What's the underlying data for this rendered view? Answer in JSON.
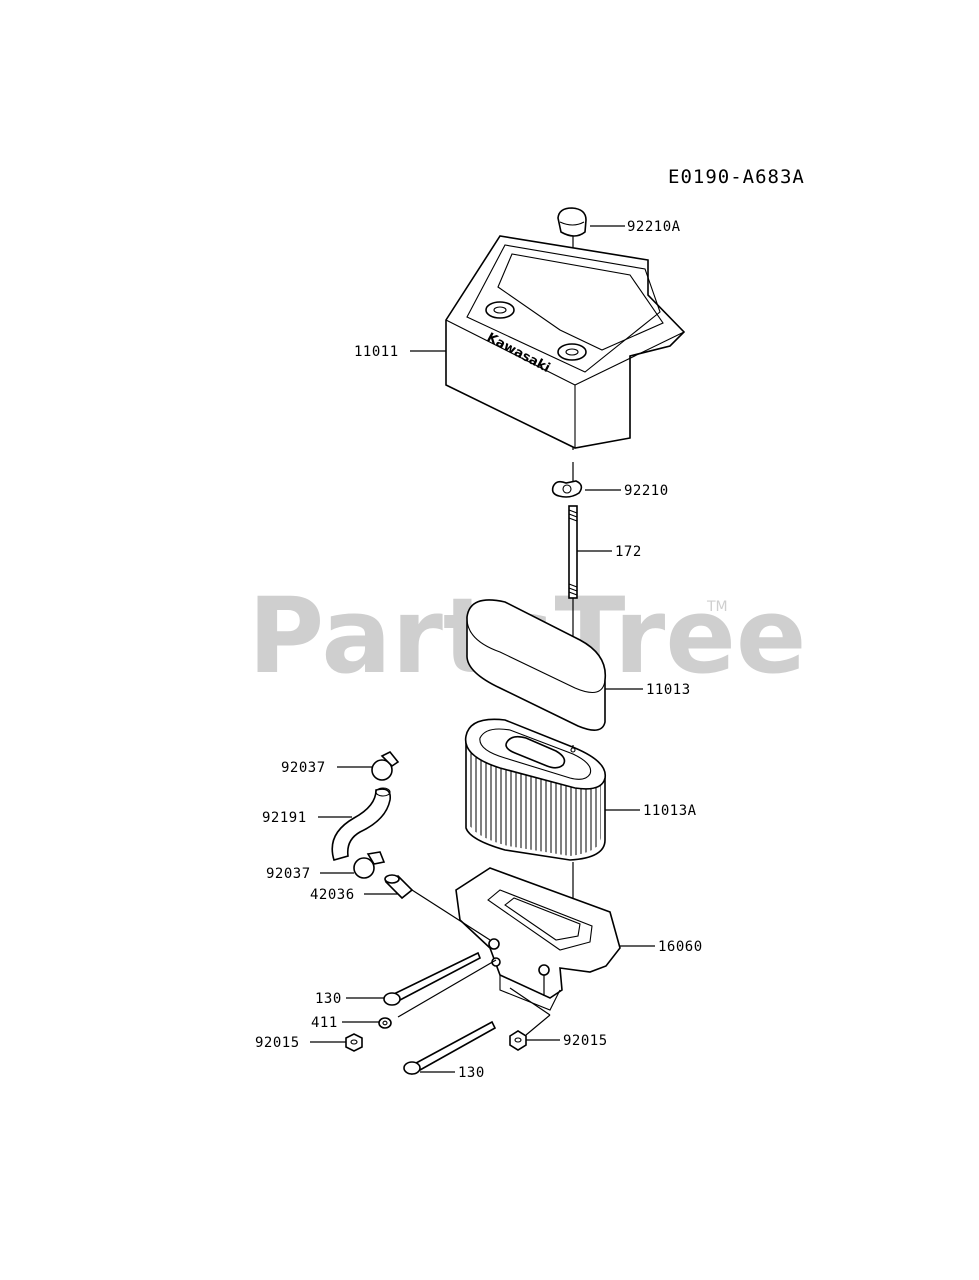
{
  "diagram_code": "E0190-A683A",
  "watermark": {
    "text": "PartsTree",
    "trademark": "TM"
  },
  "brand_text": "Kawasaki",
  "callouts": [
    {
      "id": "c-92210a",
      "label": "92210A"
    },
    {
      "id": "c-11011",
      "label": "11011"
    },
    {
      "id": "c-92210",
      "label": "92210"
    },
    {
      "id": "c-172",
      "label": "172"
    },
    {
      "id": "c-11013",
      "label": "11013"
    },
    {
      "id": "c-11013a",
      "label": "11013A"
    },
    {
      "id": "c-92037-top",
      "label": "92037"
    },
    {
      "id": "c-92191",
      "label": "92191"
    },
    {
      "id": "c-92037-bottom",
      "label": "92037"
    },
    {
      "id": "c-42036",
      "label": "42036"
    },
    {
      "id": "c-16060",
      "label": "16060"
    },
    {
      "id": "c-130-upper",
      "label": "130"
    },
    {
      "id": "c-411",
      "label": "411"
    },
    {
      "id": "c-92015-left",
      "label": "92015"
    },
    {
      "id": "c-92015-right",
      "label": "92015"
    },
    {
      "id": "c-130-lower",
      "label": "130"
    }
  ]
}
